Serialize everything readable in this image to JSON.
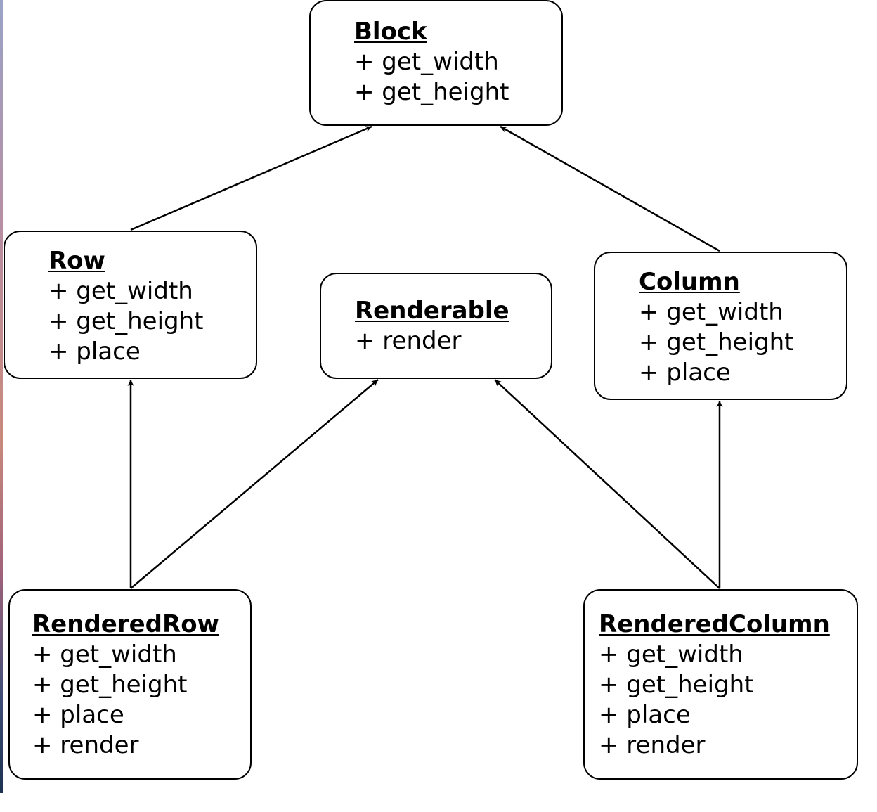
{
  "diagram": {
    "classes": [
      {
        "id": "block",
        "name": "Block",
        "members": [
          "+ get_width",
          "+ get_height"
        ]
      },
      {
        "id": "row",
        "name": "Row",
        "members": [
          "+ get_width",
          "+ get_height",
          "+ place"
        ]
      },
      {
        "id": "renderable",
        "name": "Renderable",
        "members": [
          "+ render"
        ]
      },
      {
        "id": "column",
        "name": "Column",
        "members": [
          "+ get_width",
          "+ get_height",
          "+ place"
        ]
      },
      {
        "id": "renderedrow",
        "name": "RenderedRow",
        "members": [
          "+ get_width",
          "+ get_height",
          "+ place",
          "+ render"
        ]
      },
      {
        "id": "renderedcolumn",
        "name": "RenderedColumn",
        "members": [
          "+ get_width",
          "+ get_height",
          "+ place",
          "+ render"
        ]
      }
    ],
    "relations": [
      {
        "from": "row",
        "to": "block"
      },
      {
        "from": "column",
        "to": "block"
      },
      {
        "from": "renderedrow",
        "to": "row"
      },
      {
        "from": "renderedrow",
        "to": "renderable"
      },
      {
        "from": "renderedcolumn",
        "to": "renderable"
      },
      {
        "from": "renderedcolumn",
        "to": "column"
      }
    ]
  }
}
